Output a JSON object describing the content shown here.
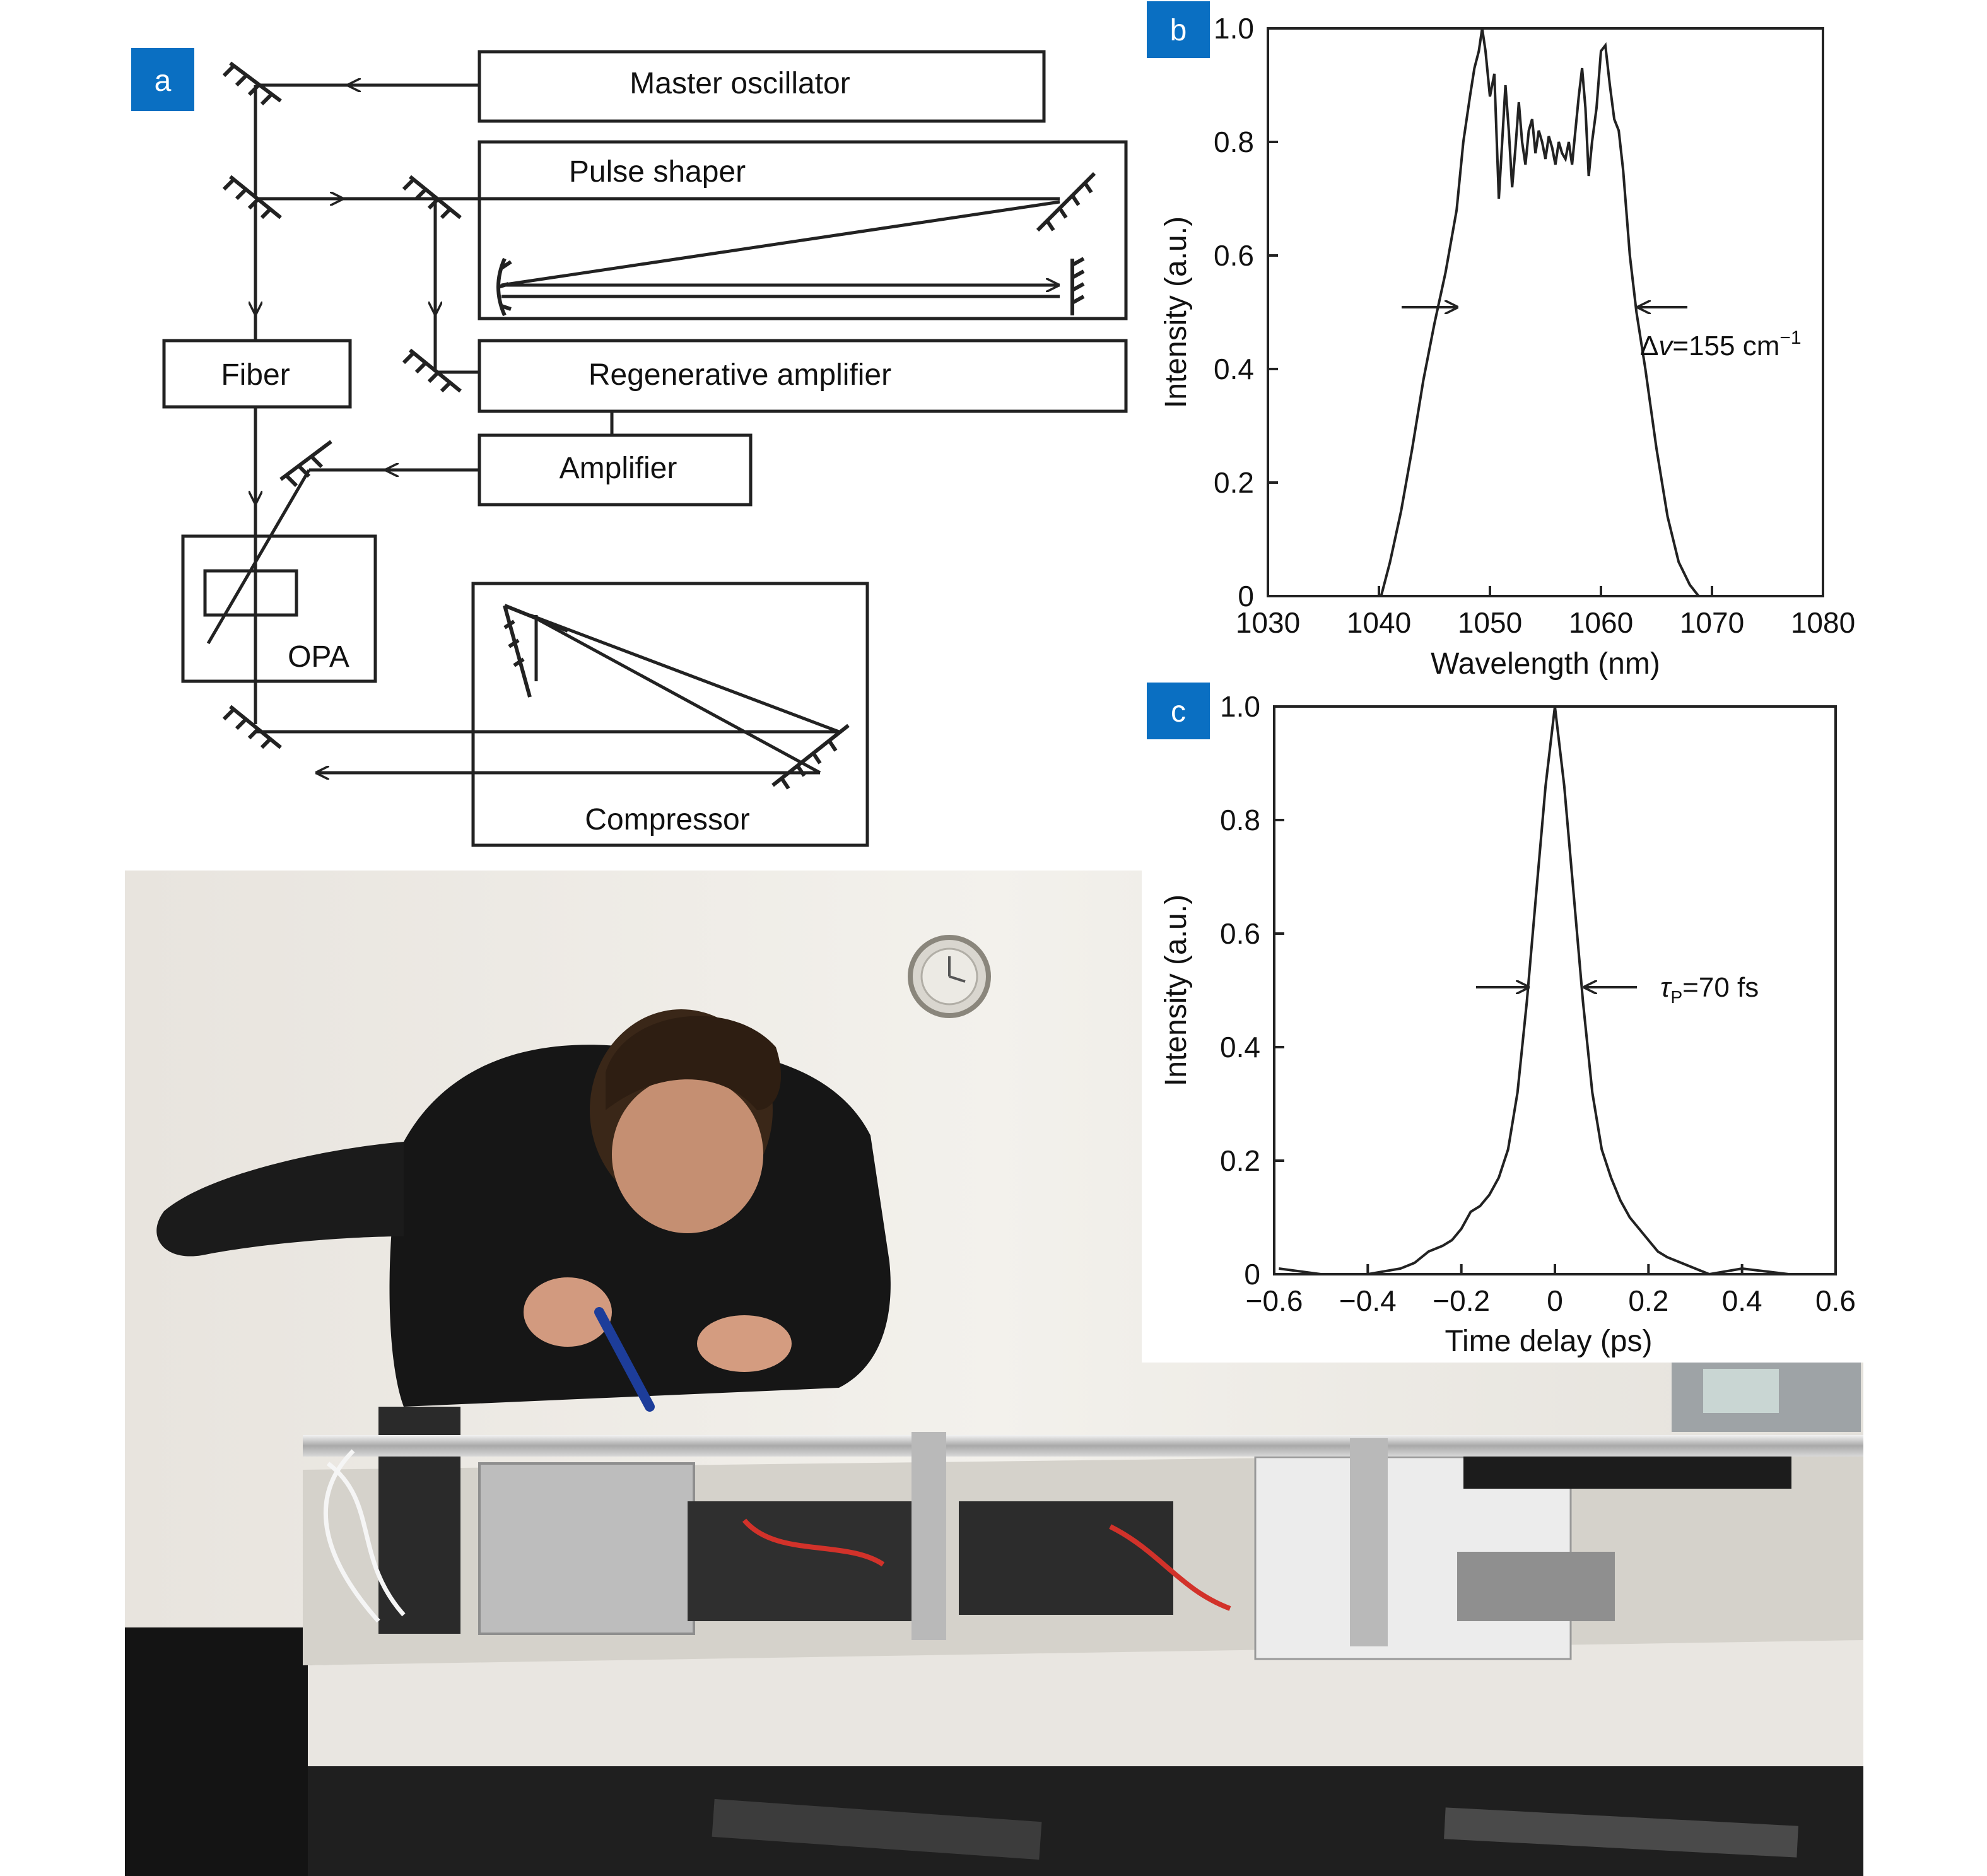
{
  "panel_a": {
    "badge": "a",
    "blocks": {
      "master_oscillator": "Master oscillator",
      "pulse_shaper": "Pulse shaper",
      "fiber": "Fiber",
      "regenerative_amplifier": "Regenerative amplifier",
      "amplifier": "Amplifier",
      "opa": "OPA",
      "compressor": "Compressor"
    }
  },
  "panel_b": {
    "badge": "b",
    "annotation": {
      "prefix": "Δ",
      "symbol": "v",
      "value": "=155 cm",
      "superscript": "−1"
    }
  },
  "panel_c": {
    "badge": "c",
    "annotation": {
      "symbol": "τ",
      "subscript": "P",
      "value": "=70 fs"
    }
  },
  "colors": {
    "badge": "#0a6fc2",
    "badge_text": "#ffffff",
    "line": "#222222"
  },
  "chart_data": [
    {
      "type": "line",
      "title": "",
      "xlabel": "Wavelength (nm)",
      "ylabel": "Intensity (a.u.)",
      "xlim": [
        1030,
        1080
      ],
      "ylim": [
        0,
        1.0
      ],
      "xticks": [
        1030,
        1040,
        1050,
        1060,
        1070,
        1080
      ],
      "yticks": [
        0,
        0.2,
        0.4,
        0.6,
        0.8,
        1.0
      ],
      "ytick_labels": [
        "0",
        "0.2",
        "0.4",
        "0.6",
        "0.8",
        "1.0"
      ],
      "grid": false,
      "series": [
        {
          "x": [
            1040.2,
            1041,
            1042,
            1043,
            1044,
            1045,
            1046,
            1047,
            1047.6,
            1048.2,
            1048.6,
            1049,
            1049.3,
            1049.6,
            1050,
            1050.4,
            1050.8,
            1051.1,
            1051.4,
            1051.7,
            1052,
            1052.3,
            1052.6,
            1052.9,
            1053.2,
            1053.5,
            1053.8,
            1054.1,
            1054.4,
            1054.7,
            1055,
            1055.3,
            1055.6,
            1055.9,
            1056.2,
            1056.5,
            1056.8,
            1057.1,
            1057.4,
            1057.7,
            1058,
            1058.3,
            1058.6,
            1058.9,
            1059.2,
            1059.6,
            1060,
            1060.4,
            1060.8,
            1061.2,
            1061.6,
            1062,
            1062.6,
            1063.2,
            1064,
            1065,
            1066,
            1067,
            1068,
            1068.8
          ],
          "y": [
            0.0,
            0.06,
            0.15,
            0.26,
            0.38,
            0.48,
            0.57,
            0.68,
            0.8,
            0.88,
            0.93,
            0.96,
            1.0,
            0.96,
            0.88,
            0.92,
            0.7,
            0.8,
            0.9,
            0.82,
            0.72,
            0.79,
            0.87,
            0.8,
            0.76,
            0.82,
            0.84,
            0.78,
            0.82,
            0.8,
            0.77,
            0.81,
            0.79,
            0.76,
            0.8,
            0.78,
            0.77,
            0.8,
            0.76,
            0.82,
            0.88,
            0.93,
            0.86,
            0.74,
            0.8,
            0.86,
            0.96,
            0.97,
            0.9,
            0.84,
            0.82,
            0.75,
            0.6,
            0.5,
            0.4,
            0.26,
            0.14,
            0.06,
            0.02,
            0.0
          ]
        }
      ]
    },
    {
      "type": "line",
      "title": "",
      "xlabel": "Time delay (ps)",
      "ylabel": "Intensity (a.u.)",
      "xlim": [
        -0.6,
        0.6
      ],
      "ylim": [
        0,
        1.0
      ],
      "xticks": [
        -0.6,
        -0.4,
        -0.2,
        0,
        0.2,
        0.4,
        0.6
      ],
      "xtick_labels": [
        "−0.6",
        "−0.4",
        "−0.2",
        "0",
        "0.2",
        "0.4",
        "0.6"
      ],
      "yticks": [
        0,
        0.2,
        0.4,
        0.6,
        0.8,
        1.0
      ],
      "ytick_labels": [
        "0",
        "0.2",
        "0.4",
        "0.6",
        "0.8",
        "1.0"
      ],
      "grid": false,
      "series": [
        {
          "x": [
            -0.59,
            -0.5,
            -0.4,
            -0.33,
            -0.3,
            -0.27,
            -0.24,
            -0.22,
            -0.2,
            -0.18,
            -0.16,
            -0.14,
            -0.12,
            -0.1,
            -0.08,
            -0.06,
            -0.04,
            -0.02,
            0,
            0.02,
            0.04,
            0.06,
            0.08,
            0.1,
            0.12,
            0.14,
            0.16,
            0.18,
            0.2,
            0.22,
            0.24,
            0.27,
            0.3,
            0.33,
            0.4,
            0.5,
            0.59
          ],
          "y": [
            0.01,
            0.0,
            0.0,
            0.01,
            0.02,
            0.04,
            0.05,
            0.06,
            0.08,
            0.11,
            0.12,
            0.14,
            0.17,
            0.22,
            0.32,
            0.48,
            0.67,
            0.86,
            1.0,
            0.86,
            0.67,
            0.48,
            0.32,
            0.22,
            0.17,
            0.13,
            0.1,
            0.08,
            0.06,
            0.04,
            0.03,
            0.02,
            0.01,
            0.0,
            0.01,
            0.0,
            0.0
          ]
        }
      ]
    }
  ]
}
